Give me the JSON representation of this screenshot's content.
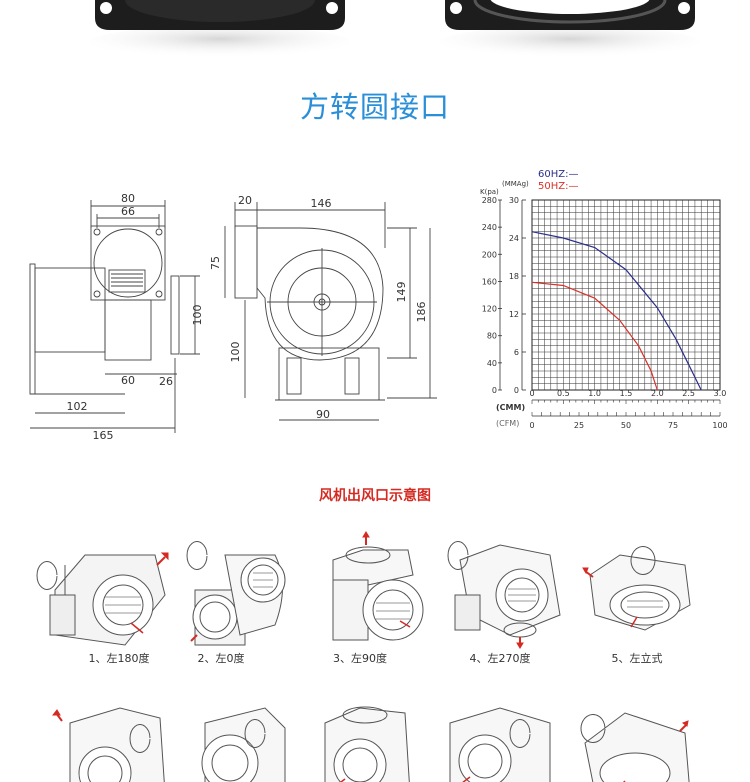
{
  "page": {
    "title": "方转圆接口",
    "outlet_title": "风机出风口示意图"
  },
  "drawings": {
    "front": {
      "w80": "80",
      "w66": "66",
      "h100": "100",
      "w60": "60",
      "w26": "26",
      "w102": "102",
      "w165": "165"
    },
    "side": {
      "w20": "20",
      "w146": "146",
      "h75": "75",
      "h149": "149",
      "h186": "186",
      "h100": "100",
      "w90": "90"
    }
  },
  "chart": {
    "legend_60": "60HZ:—",
    "legend_50": "50HZ:—",
    "kpa_unit": "K(pa)",
    "mmag_unit": "(MMAg)",
    "cmm_label": "(CMM)",
    "cfm_label": "(CFM)",
    "color_60": "#2b2f8c",
    "color_50": "#d8322a"
  },
  "chart_data": {
    "type": "line",
    "y_left_ticks": [
      "280",
      "240",
      "200",
      "160",
      "120",
      "80",
      "40",
      "0"
    ],
    "y_right_ticks": [
      "30",
      "24",
      "18",
      "12",
      "6",
      "0"
    ],
    "x_cmm_ticks": [
      "0",
      "0.5",
      "1.0",
      "1.5",
      "2.0",
      "2.5",
      "3.0"
    ],
    "x_cfm_ticks": [
      "0",
      "25",
      "50",
      "75",
      "100"
    ],
    "xlim": [
      0,
      3.0
    ],
    "ylim": [
      0,
      30
    ],
    "grid": true,
    "series": [
      {
        "name": "60HZ",
        "color": "#2b2f8c",
        "x": [
          0,
          0.5,
          1.0,
          1.5,
          2.0,
          2.3,
          2.5,
          2.7
        ],
        "y": [
          25,
          24,
          22.5,
          19,
          13,
          8,
          4,
          0
        ]
      },
      {
        "name": "50HZ",
        "color": "#d8322a",
        "x": [
          0,
          0.5,
          1.0,
          1.4,
          1.7,
          1.9,
          2.0
        ],
        "y": [
          17,
          16.5,
          14.5,
          11,
          7,
          3,
          0
        ]
      }
    ]
  },
  "outlets": {
    "captions": [
      "1、左180度",
      "2、左0度",
      "3、左90度",
      "4、左270度",
      "5、左立式"
    ]
  }
}
